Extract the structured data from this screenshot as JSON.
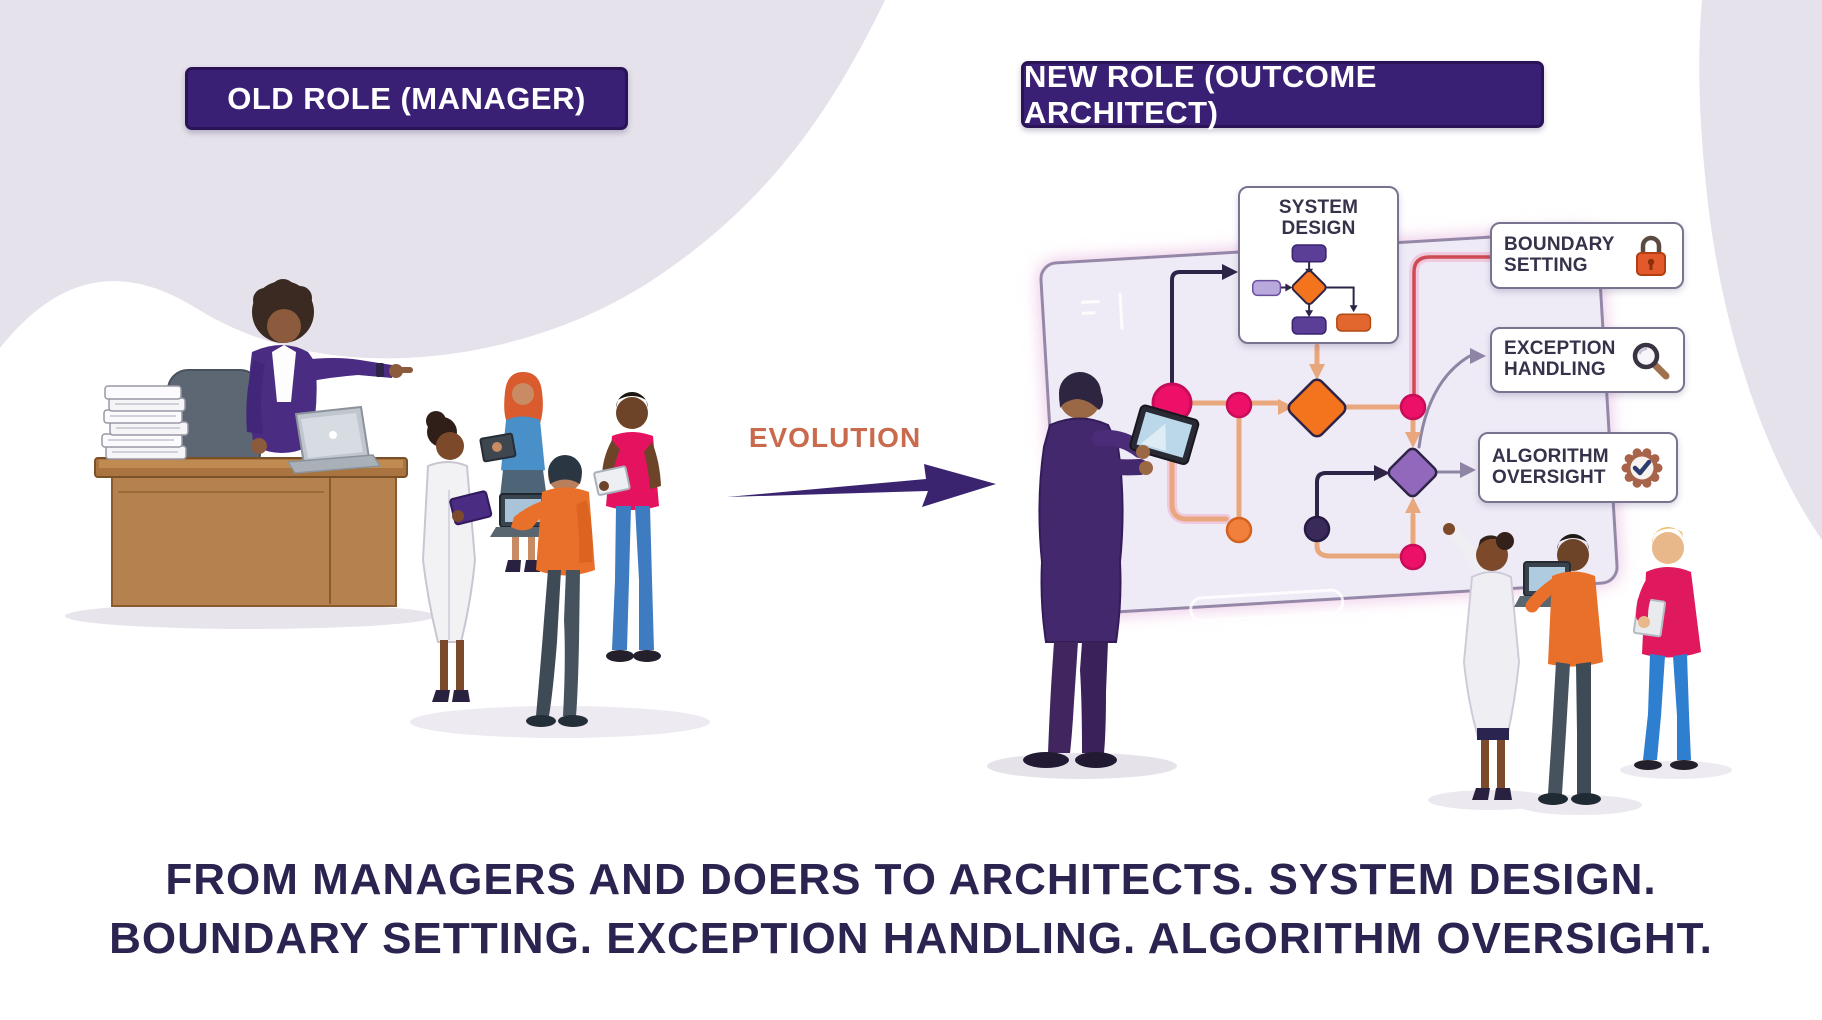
{
  "titles": {
    "old_role": "OLD ROLE (MANAGER)",
    "new_role": "NEW ROLE (OUTCOME ARCHITECT)"
  },
  "evolution": {
    "label": "EVOLUTION"
  },
  "boxes": {
    "system_design": {
      "line1": "SYSTEM",
      "line2": "DESIGN"
    },
    "boundary_setting": {
      "line1": "BOUNDARY",
      "line2": "SETTING",
      "icon": "lock-icon"
    },
    "exception_handling": {
      "line1": "EXCEPTION",
      "line2": "HANDLING",
      "icon": "magnifier-icon"
    },
    "algorithm_oversight": {
      "line1": "ALGORITHM",
      "line2": "OVERSIGHT",
      "icon": "check-badge-icon"
    }
  },
  "caption": {
    "line1": "FROM MANAGERS AND DOERS TO ARCHITECTS. SYSTEM DESIGN.",
    "line2": "BOUNDARY SETTING. EXCEPTION HANDLING. ALGORITHM OVERSIGHT."
  },
  "colors": {
    "badge_purple": "#3A2074",
    "arrow_purple": "#3A2470",
    "evolution_orange": "#C96A4C",
    "caption_navy": "#2B2350",
    "background_lavender": "#E5E2EB",
    "board_fill": "#EFEBF6",
    "board_border": "#9487A8",
    "salmon_connector": "#E9A77D",
    "red_connector": "#CC4C55",
    "navy_connector": "#2E2447",
    "gray_connector": "#8E84A3",
    "node_pink": "#EC1069",
    "node_orange": "#F0803C",
    "node_navy": "#3A2A5C",
    "diamond_orange": "#F4731D",
    "diamond_purple": "#9268BD",
    "suit_purple": "#44286E",
    "sweater_orange": "#E8702A",
    "shirt_magenta": "#E5135F",
    "jeans_blue": "#3E7BC0"
  }
}
